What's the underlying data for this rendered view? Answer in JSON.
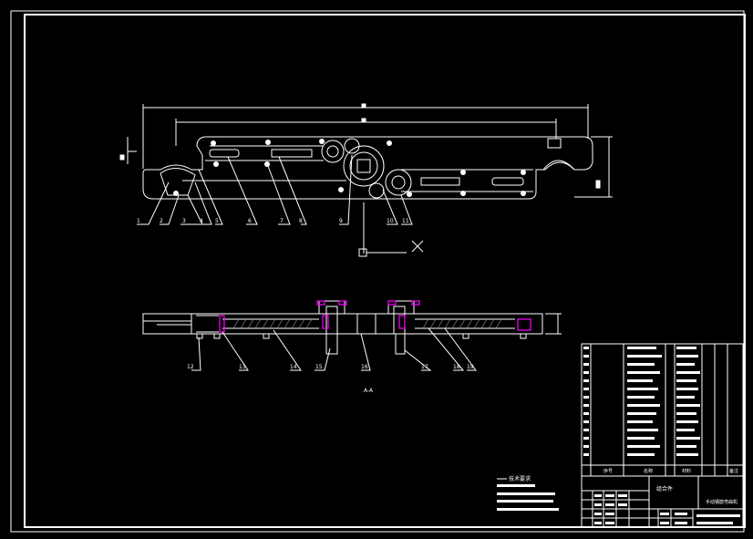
{
  "colors": {
    "background": "#000000",
    "line": "#ffffff",
    "accent": "#ff00ff",
    "cursor": "#ffffff"
  },
  "top_view": {
    "callout_labels": [
      "1",
      "2",
      "3",
      "4",
      "5",
      "6",
      "7",
      "8",
      "9",
      "10",
      "11"
    ]
  },
  "section_view": {
    "callout_labels": [
      "12",
      "13",
      "14",
      "15",
      "16",
      "17",
      "18",
      "19"
    ],
    "title": "A-A"
  },
  "notes": {
    "heading": "技术要求"
  },
  "title_block": {
    "part_name": "组合件",
    "drawing_title": "手动钢筋弯曲机",
    "bom_headers": [
      "序号",
      "名称",
      "材料",
      "备注"
    ]
  }
}
